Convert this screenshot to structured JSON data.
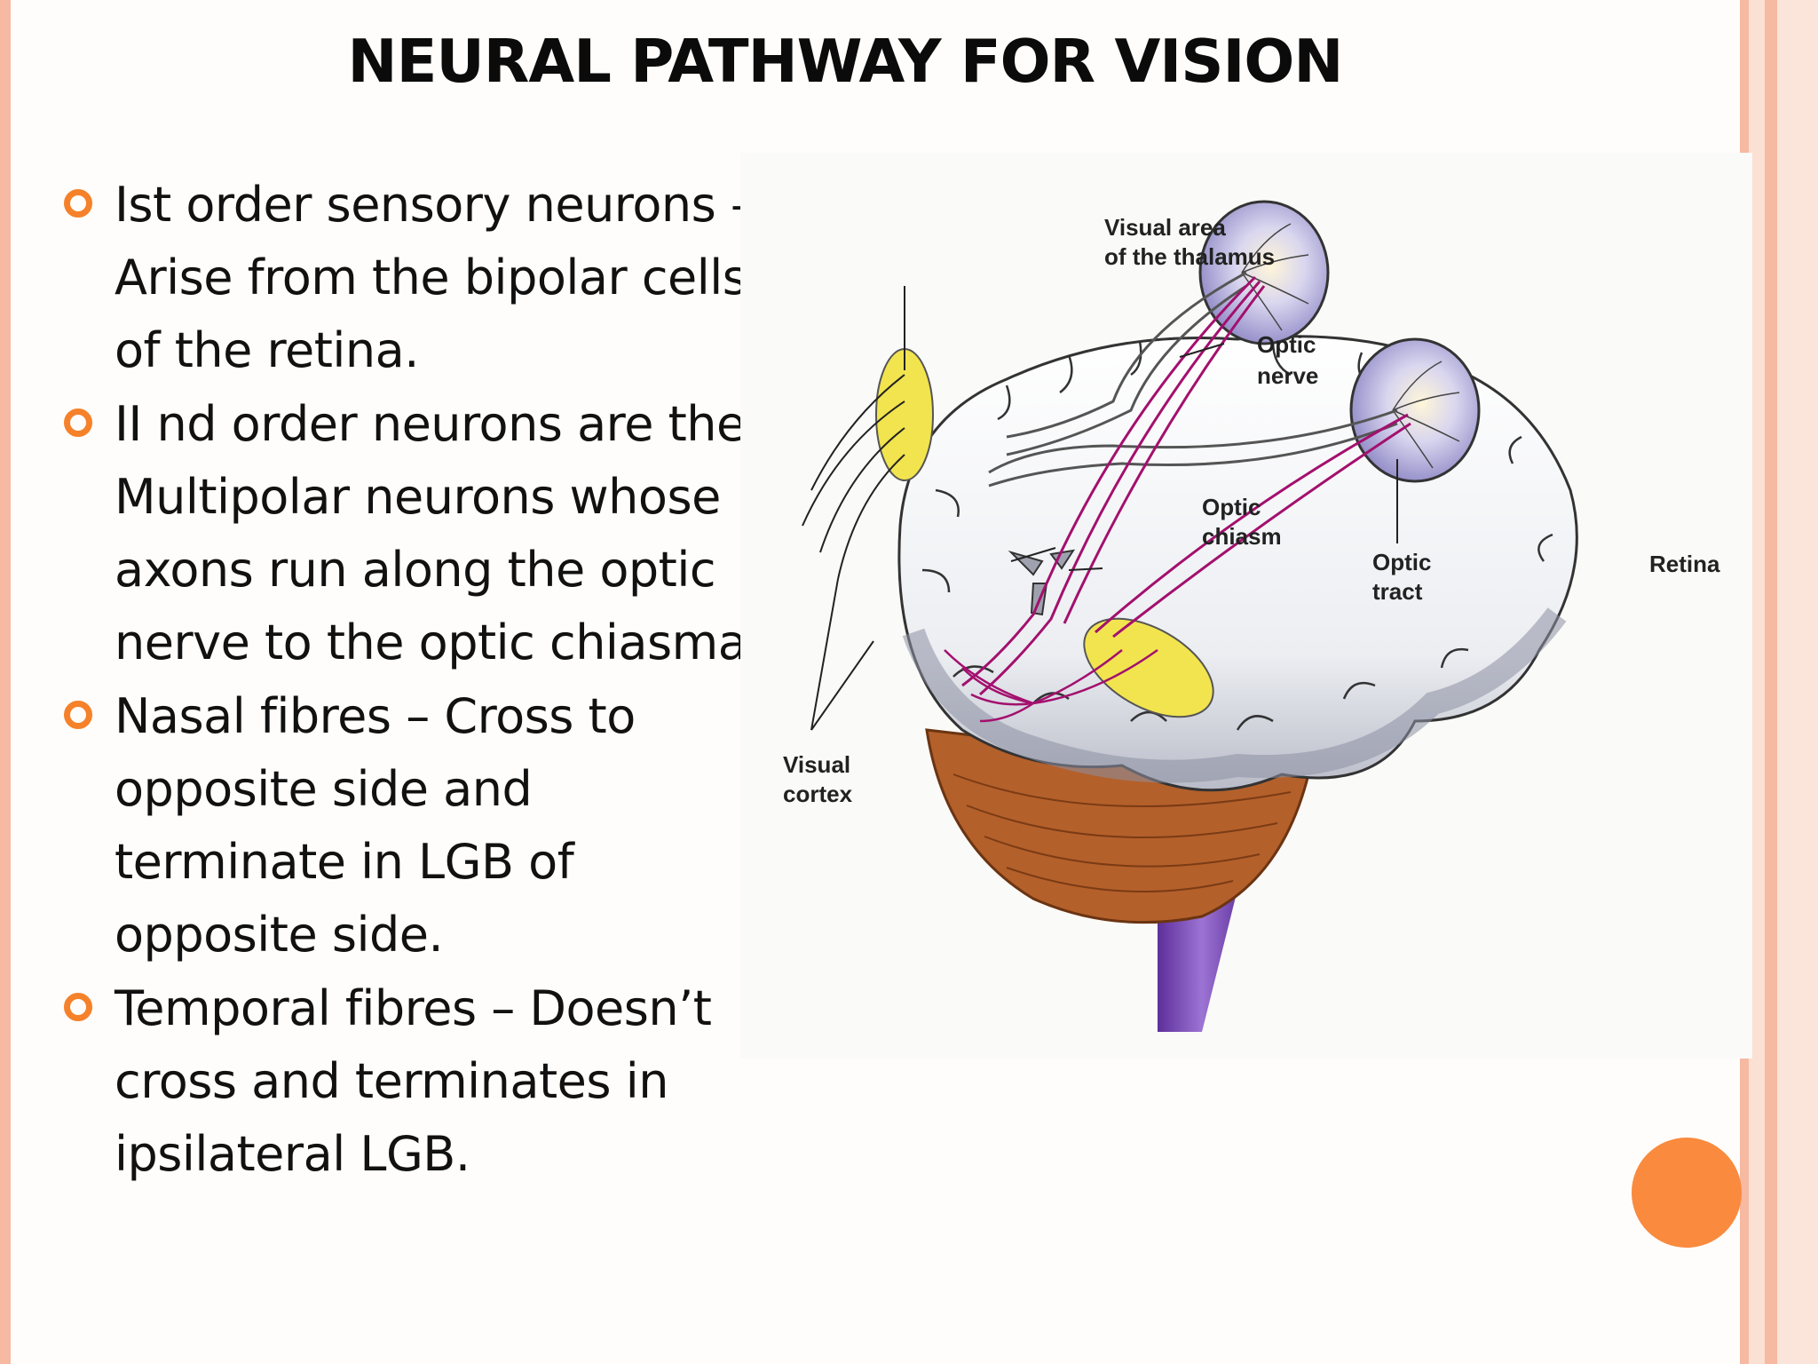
{
  "slide": {
    "title": "NEURAL PATHWAY FOR VISION",
    "bullets": [
      "Ist order sensory neurons – Arise from the bipolar cells of the retina.",
      "II nd order neurons are the Multipolar neurons whose axons run along the optic nerve to the optic chiasma",
      "Nasal fibres – Cross to opposite side and terminate in LGB of opposite side.",
      "Temporal fibres – Doesn’t cross and terminates in ipsilateral LGB."
    ]
  },
  "figure": {
    "labels": {
      "visual_area_line1": "Visual area",
      "visual_area_line2": "of the thalamus",
      "optic_nerve_line1": "Optic",
      "optic_nerve_line2": "nerve",
      "optic_chiasm_line1": "Optic",
      "optic_chiasm_line2": "chiasm",
      "optic_tract_line1": "Optic",
      "optic_tract_line2": "tract",
      "retina": "Retina",
      "visual_cortex_line1": "Visual",
      "visual_cortex_line2": "cortex"
    }
  },
  "colors": {
    "accent_orange": "#f5812a",
    "stripe_pink": "#f6b9a2",
    "thalamus_yellow": "#f2e44e",
    "nerve_magenta": "#a3106e",
    "brainstem_purple": "#7c4bb5"
  }
}
